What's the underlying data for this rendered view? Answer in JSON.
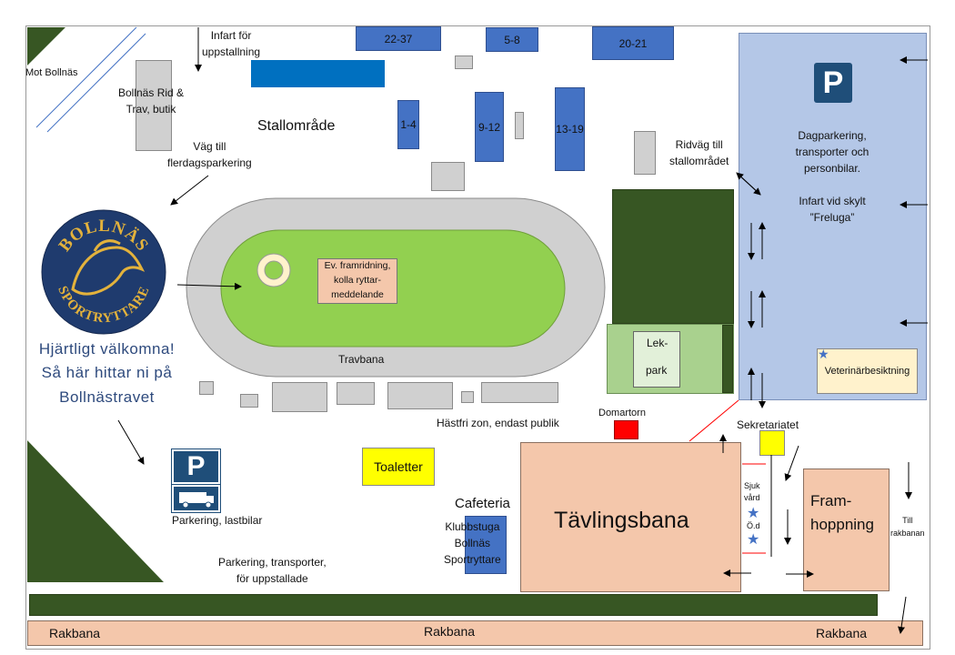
{
  "entrances": {
    "mot_bollnas": "Mot Bollnäs",
    "infart_uppstallning": "Infart för\nuppstallning"
  },
  "stables": {
    "s22_37": "22-37",
    "s5_8": "5-8",
    "s20_21": "20-21",
    "s1_4": "1-4",
    "s9_12": "9-12",
    "s13_19": "13-19",
    "area_label": "Stallområde"
  },
  "labels": {
    "rid_trav": "Bollnäs Rid &\nTrav, butik",
    "vag_till": "Väg till\nflerdagsparkering",
    "ridvag": "Ridväg till\nstallområdet",
    "framridning": "Ev. framridning,\nkolla ryttar-\nmeddelande",
    "travbana": "Travbana",
    "hastfri": "Hästfri zon, endast publik",
    "domartorn": "Domartorn",
    "sekretariatet": "Sekretariatet",
    "toaletter": "Toaletter",
    "cafeteria": "Cafeteria",
    "klubbstuga": "Klubbstuga\nBollnäs\nSportryttare",
    "tavlingsbana": "Tävlingsbana",
    "sjukvard": "Sjuk\nvård",
    "od": "Ö.d",
    "framhoppning": "Fram-\nhoppning",
    "till_rakbanan": "Till\nrakbanan",
    "lekpark_1": "Lek-",
    "lekpark_2": "park",
    "parkering_lastbilar": "Parkering, lastbilar",
    "parkering_transporter": "Parkering, transporter,\nför uppstallade",
    "rakbana_left": "Rakbana",
    "rakbana_mid": "Rakbana",
    "rakbana_right": "Rakbana"
  },
  "parking": {
    "sign_letter": "P",
    "dagparkering": "Dagparkering,\ntransporter och\npersonbilar.",
    "infart_skylt": "Infart vid skylt\n”Freluga”",
    "veterinar": "Veterinärbesiktning"
  },
  "logo": {
    "top_text": "BOLLNÄS",
    "bottom_text": "SPORTRYTTARE"
  },
  "welcome": {
    "line1": "Hjärtligt välkomna!",
    "line2": "Så här hittar ni på",
    "line3": "Bollnästravet"
  },
  "colors": {
    "stable_blue": "#4472c4",
    "parking_blue": "#b4c7e7",
    "dark_green": "#375623",
    "track_gray": "#d0d0d0",
    "infield_green": "#92d050",
    "arena_salmon": "#f4c7ab",
    "yellow": "#ffff00",
    "red": "#ff0000",
    "logo_navy": "#1f3b6e",
    "logo_gold": "#e3b23c"
  }
}
